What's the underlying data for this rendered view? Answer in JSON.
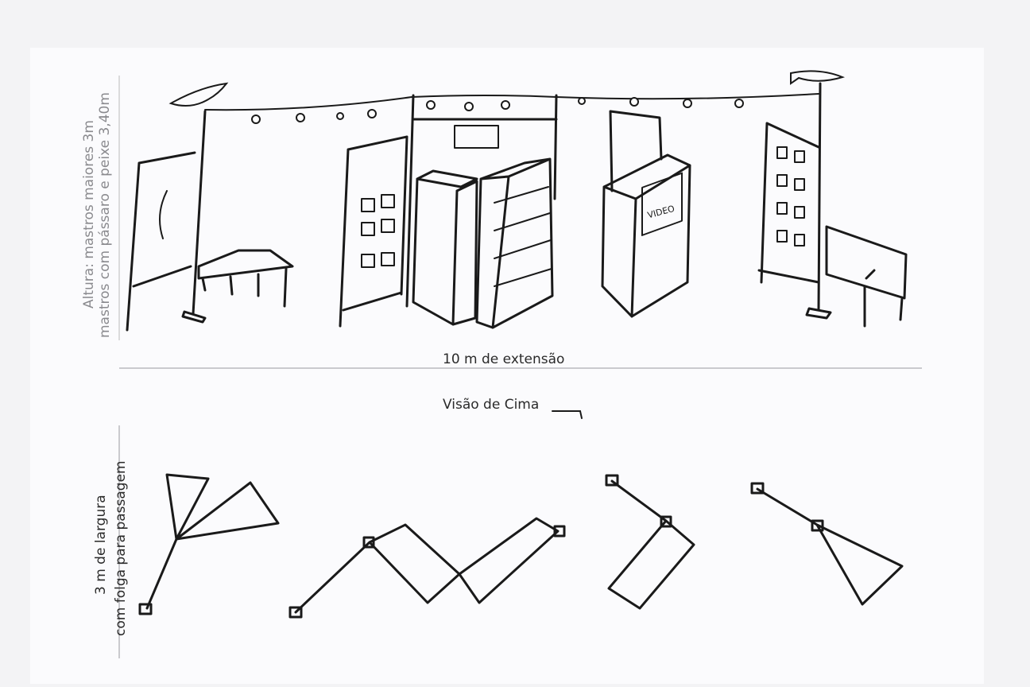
{
  "elevation": {
    "height_note_line1": "Altura: mastros maiores 3m",
    "height_note_line2": "mastros com pássaro e peixe 3,40m",
    "length_label": "10 m de extensão",
    "video_sketch_text": "VIDEO"
  },
  "plan": {
    "title": "Visão de Cima",
    "width_note_line1": "3 m de largura",
    "width_note_line2": "com folga para passagem"
  },
  "colors": {
    "ink": "#1a1a1a",
    "annotation": "#8a8a8e",
    "paper": "#fbfbfd"
  }
}
